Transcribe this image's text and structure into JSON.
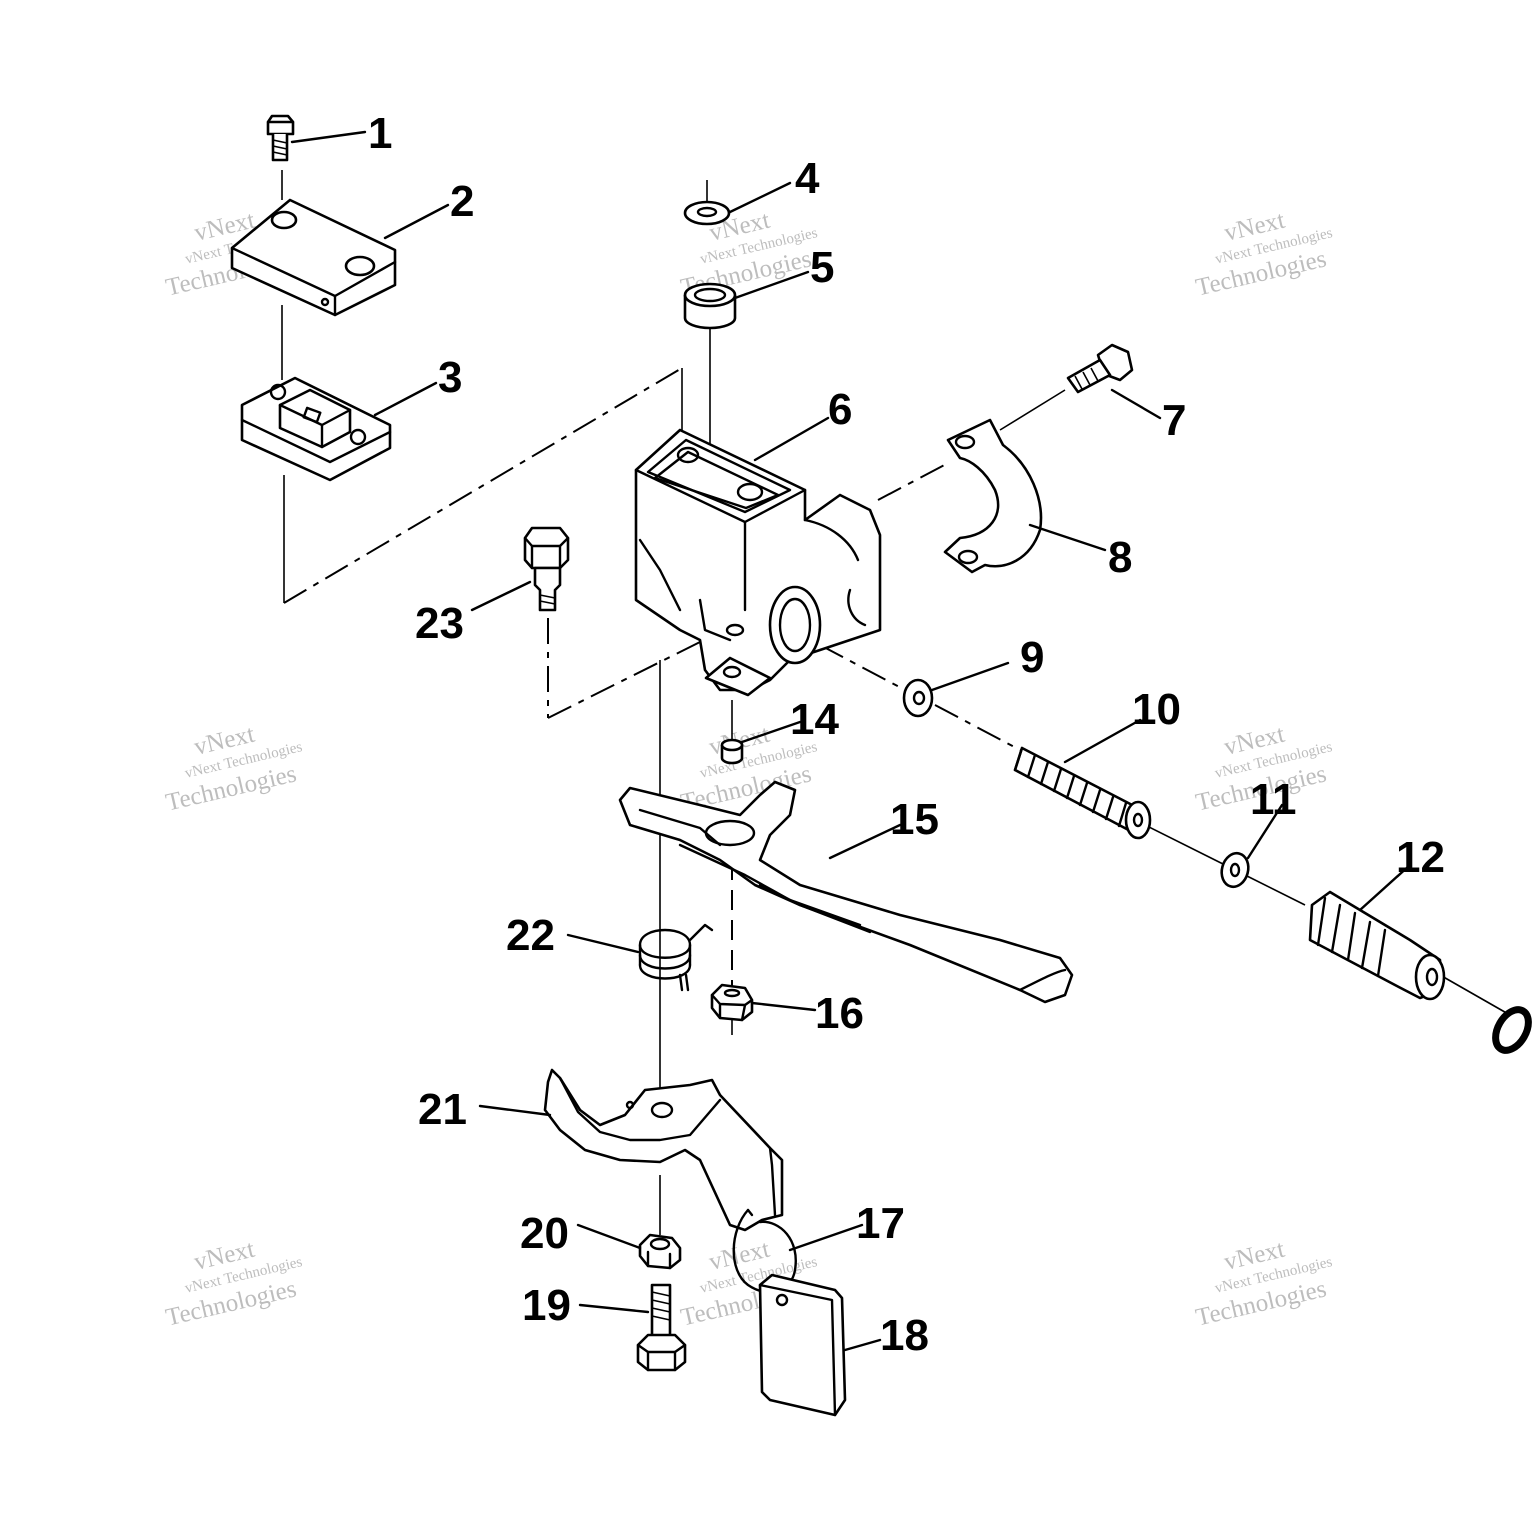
{
  "watermark": {
    "brand_line": "vNext",
    "full_line": "vNext Technologies",
    "word_line": "Technologies"
  },
  "callouts": [
    {
      "id": "1",
      "label": "1"
    },
    {
      "id": "2",
      "label": "2"
    },
    {
      "id": "3",
      "label": "3"
    },
    {
      "id": "4",
      "label": "4"
    },
    {
      "id": "5",
      "label": "5"
    },
    {
      "id": "6",
      "label": "6"
    },
    {
      "id": "7",
      "label": "7"
    },
    {
      "id": "8",
      "label": "8"
    },
    {
      "id": "9",
      "label": "9"
    },
    {
      "id": "10",
      "label": "10"
    },
    {
      "id": "11",
      "label": "11"
    },
    {
      "id": "12",
      "label": "12"
    },
    {
      "id": "14",
      "label": "14"
    },
    {
      "id": "15",
      "label": "15"
    },
    {
      "id": "16",
      "label": "16"
    },
    {
      "id": "17",
      "label": "17"
    },
    {
      "id": "18",
      "label": "18"
    },
    {
      "id": "19",
      "label": "19"
    },
    {
      "id": "20",
      "label": "20"
    },
    {
      "id": "21",
      "label": "21"
    },
    {
      "id": "22",
      "label": "22"
    },
    {
      "id": "23",
      "label": "23"
    }
  ]
}
